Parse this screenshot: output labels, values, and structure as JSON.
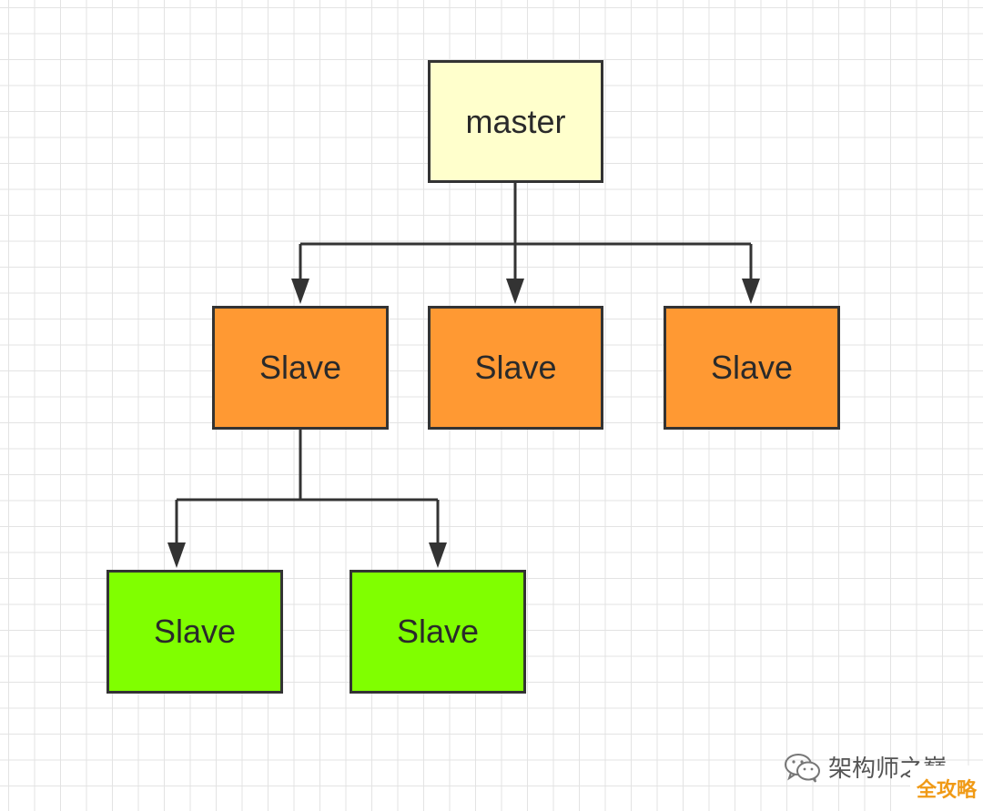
{
  "diagram": {
    "nodes": [
      {
        "id": "master",
        "label": "master",
        "level": 0
      },
      {
        "id": "slave-a",
        "label": "Slave",
        "level": 1
      },
      {
        "id": "slave-b",
        "label": "Slave",
        "level": 1
      },
      {
        "id": "slave-c",
        "label": "Slave",
        "level": 1
      },
      {
        "id": "slave-a1",
        "label": "Slave",
        "level": 2
      },
      {
        "id": "slave-a2",
        "label": "Slave",
        "level": 2
      }
    ],
    "edges": [
      {
        "from": "master",
        "to": "slave-a"
      },
      {
        "from": "master",
        "to": "slave-b"
      },
      {
        "from": "master",
        "to": "slave-c"
      },
      {
        "from": "slave-a",
        "to": "slave-a1"
      },
      {
        "from": "slave-a",
        "to": "slave-a2"
      }
    ],
    "colors": {
      "master_fill": "#ffffcc",
      "slave_level1_fill": "#ff9933",
      "slave_level2_fill": "#80ff00",
      "border": "#333333",
      "grid": "#e3e3e3"
    }
  },
  "watermark": {
    "text": "架构师之巅",
    "icon": "wechat-icon"
  },
  "corner_badge": {
    "text": "全攻略"
  }
}
